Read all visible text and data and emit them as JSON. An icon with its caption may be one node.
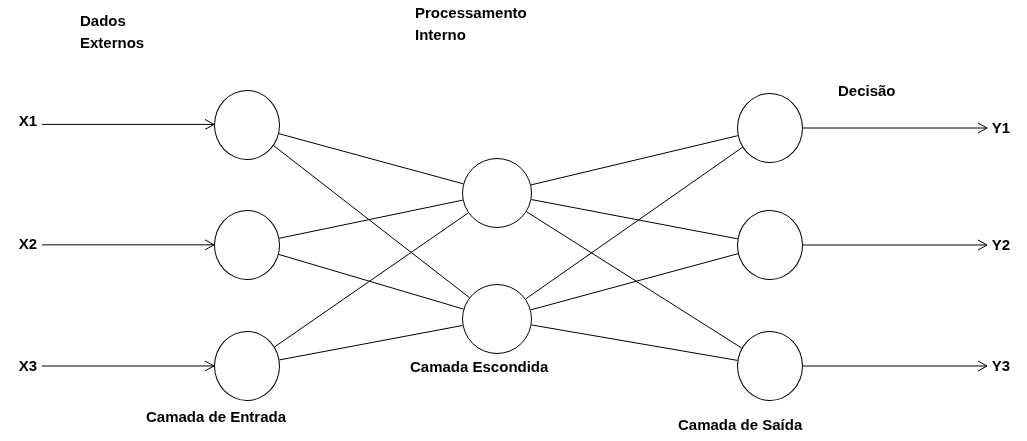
{
  "diagram": {
    "nodes": [
      {
        "text": [
          "X1"
        ]
      },
      {
        "text": [
          "X2"
        ]
      },
      {
        "text": [
          "X3"
        ]
      },
      {
        "text": [],
        "shape": "circle"
      },
      {
        "text": [],
        "shape": "circle"
      },
      {
        "text": [],
        "shape": "circle"
      },
      {
        "text": [],
        "shape": "circle"
      },
      {
        "text": [],
        "shape": "circle"
      },
      {
        "text": [],
        "shape": "circle"
      },
      {
        "text": [],
        "shape": "circle"
      },
      {
        "text": [],
        "shape": "circle"
      },
      {
        "text": [
          "Y1"
        ]
      },
      {
        "text": [
          "Y2"
        ]
      },
      {
        "text": [
          "Y3"
        ]
      }
    ],
    "edges": [
      {
        "from": 0,
        "to": 3,
        "arrow": "to"
      },
      {
        "from": 1,
        "to": 4,
        "arrow": "to"
      },
      {
        "from": 2,
        "to": 5,
        "arrow": "to"
      },
      {
        "from": 3,
        "to": 6,
        "arrow": "none"
      },
      {
        "from": 3,
        "to": 7,
        "arrow": "none"
      },
      {
        "from": 4,
        "to": 6,
        "arrow": "none"
      },
      {
        "from": 4,
        "to": 7,
        "arrow": "none"
      },
      {
        "from": 5,
        "to": 6,
        "arrow": "none"
      },
      {
        "from": 5,
        "to": 7,
        "arrow": "none"
      },
      {
        "from": 6,
        "to": 8,
        "arrow": "none"
      },
      {
        "from": 6,
        "to": 9,
        "arrow": "none"
      },
      {
        "from": 6,
        "to": 10,
        "arrow": "none"
      },
      {
        "from": 7,
        "to": 8,
        "arrow": "none"
      },
      {
        "from": 7,
        "to": 9,
        "arrow": "none"
      },
      {
        "from": 7,
        "to": 10,
        "arrow": "none"
      },
      {
        "from": 8,
        "to": 11,
        "arrow": "to"
      },
      {
        "from": 9,
        "to": 12,
        "arrow": "to"
      },
      {
        "from": 10,
        "to": 13,
        "arrow": "to"
      }
    ],
    "labels": [
      "Dados Externos",
      "Processamento Interno",
      "Decisão",
      "Camada de Entrada",
      "Camada Escondida",
      "Camada de Saída"
    ]
  }
}
